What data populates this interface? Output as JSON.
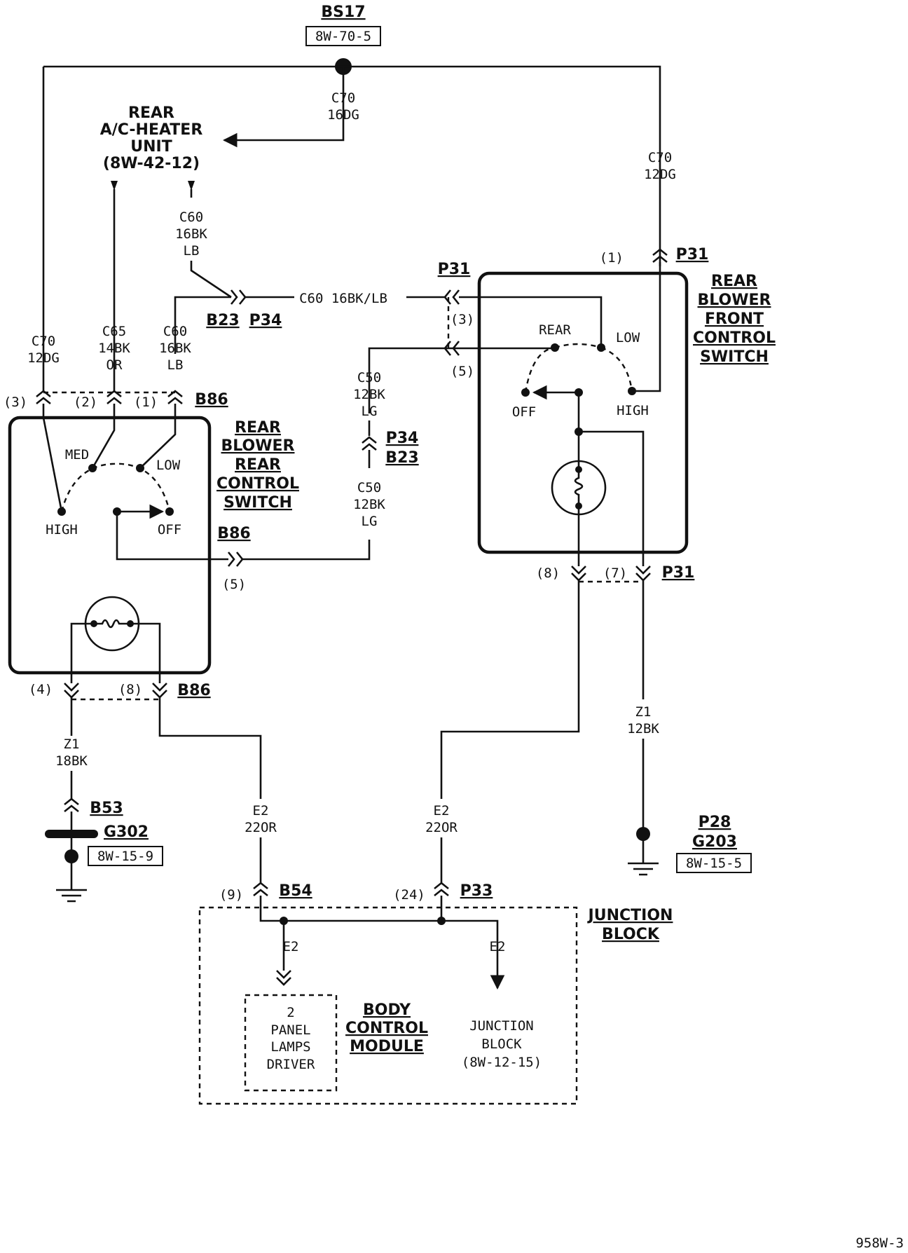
{
  "splice": {
    "name": "BS17",
    "ref": "8W-70-5"
  },
  "rear_unit": {
    "lines": [
      "REAR",
      "A/C-HEATER",
      "UNIT",
      "(8W-42-12)"
    ]
  },
  "wires": {
    "c70_top": [
      "C70",
      "16DG"
    ],
    "c70_right": [
      "C70",
      "12DG"
    ],
    "c70_left": [
      "C70",
      "12DG"
    ],
    "c60_upper": [
      "C60",
      "16BK",
      "LB"
    ],
    "c60_horizontal": "C60 16BK/LB",
    "c65": [
      "C65",
      "14BK",
      "OR"
    ],
    "c60_lower": [
      "C60",
      "16BK",
      "LB"
    ],
    "c50_upper": [
      "C50",
      "12BK",
      "LG"
    ],
    "c50_lower": [
      "C50",
      "12BK",
      "LG"
    ],
    "z1_left": [
      "Z1",
      "18BK"
    ],
    "z1_right": [
      "Z1",
      "12BK"
    ],
    "e2_left": [
      "E2",
      "22OR"
    ],
    "e2_right": [
      "E2",
      "22OR"
    ],
    "e2_bcm": "E2",
    "e2_jb": "E2"
  },
  "connectors": {
    "p31_top": "P31",
    "p31_pin1": "(1)",
    "p31_mid": "P31",
    "p31_pin3": "(3)",
    "p31_pin5": "(5)",
    "b23_p34_top": [
      "B23",
      "P34"
    ],
    "p34_b23": [
      "P34",
      "B23"
    ],
    "b86_top": "B86",
    "b86_pins": [
      "(3)",
      "(2)",
      "(1)"
    ],
    "b86_mid": "B86",
    "b86_pin5": "(5)",
    "b86_bottom": "B86",
    "b86_bottom_pins": [
      "(4)",
      "(8)"
    ],
    "p31_bottom": "P31",
    "p31_bottom_pins": [
      "(8)",
      "(7)"
    ],
    "b53": "B53",
    "b54": "B54",
    "b54_pin": "(9)",
    "p33": "P33",
    "p33_pin": "(24)"
  },
  "front_switch": {
    "title": [
      "REAR",
      "BLOWER",
      "FRONT",
      "CONTROL",
      "SWITCH"
    ],
    "positions": {
      "rear": "REAR",
      "low": "LOW",
      "off": "OFF",
      "high": "HIGH"
    }
  },
  "rear_switch": {
    "title": [
      "REAR",
      "BLOWER",
      "REAR",
      "CONTROL",
      "SWITCH"
    ],
    "positions": {
      "med": "MED",
      "low": "LOW",
      "high": "HIGH",
      "off": "OFF"
    }
  },
  "grounds": {
    "g302": {
      "name": "G302",
      "ref": "8W-15-9"
    },
    "g203": {
      "names": [
        "P28",
        "G203"
      ],
      "ref": "8W-15-5"
    }
  },
  "junction_block": {
    "title": [
      "JUNCTION",
      "BLOCK"
    ],
    "bcm_title": [
      "BODY",
      "CONTROL",
      "MODULE"
    ],
    "bcm_box": [
      "2",
      "PANEL",
      "LAMPS",
      "DRIVER"
    ],
    "jb_ref": [
      "JUNCTION",
      "BLOCK",
      "(8W-12-15)"
    ]
  },
  "figure_id": "958W-3"
}
